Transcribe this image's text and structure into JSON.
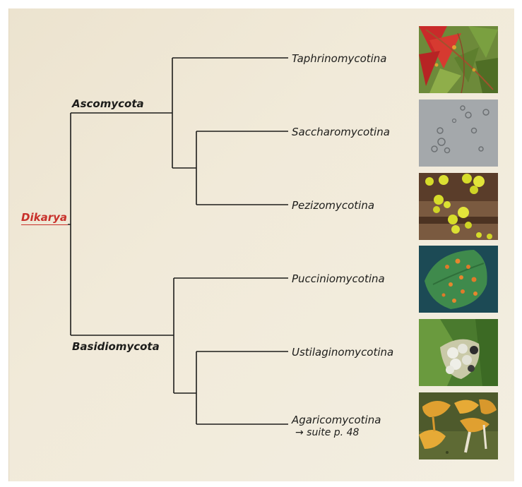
{
  "root": {
    "label": "Dikarya",
    "color": "#c8312b"
  },
  "clades": [
    {
      "id": "ascomycota",
      "label": "Ascomycota"
    },
    {
      "id": "basidiomycota",
      "label": "Basidiomycota"
    }
  ],
  "taxa": [
    {
      "id": "taphrinomycotina",
      "label": "Taphrinomycotina"
    },
    {
      "id": "saccharomycotina",
      "label": "Saccharomycotina"
    },
    {
      "id": "pezizomycotina",
      "label": "Pezizomycotina"
    },
    {
      "id": "pucciniomycotina",
      "label": "Pucciniomycotina"
    },
    {
      "id": "ustilaginomycotina",
      "label": "Ustilaginomycotina"
    },
    {
      "id": "agaricomycotina",
      "label": "Agaricomycotina",
      "note": "→ suite p. 48"
    }
  ],
  "photos": [
    {
      "subject": "red-leaves-with-fungus-photo"
    },
    {
      "subject": "yeast-cells-microscope-photo"
    },
    {
      "subject": "yellow-cup-fungi-photo"
    },
    {
      "subject": "leaf-rust-spots-photo"
    },
    {
      "subject": "corn-smut-galls-photo"
    },
    {
      "subject": "chanterelle-mushrooms-photo"
    }
  ],
  "colors": {
    "background": "#efe8d6",
    "line": "#1d1d1b",
    "accent": "#c8312b"
  }
}
